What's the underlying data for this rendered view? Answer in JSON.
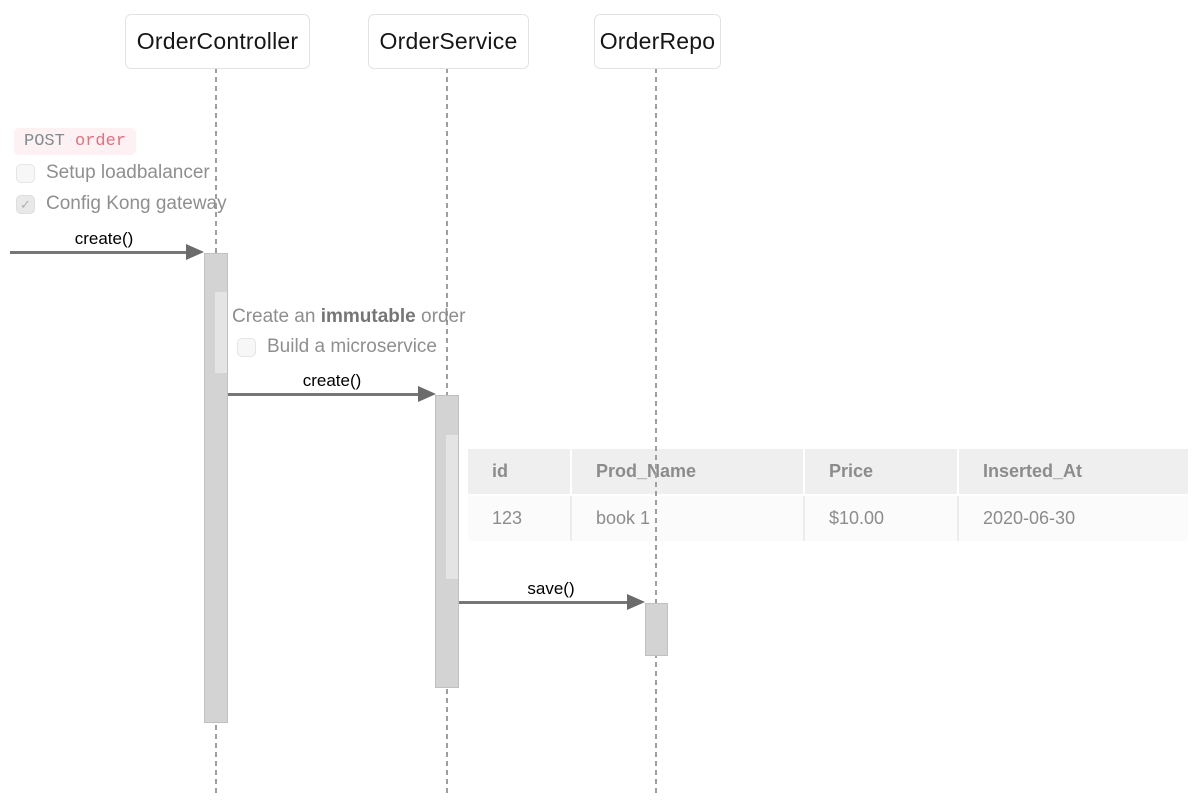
{
  "diagram": {
    "actors": [
      {
        "name": "OrderController"
      },
      {
        "name": "OrderService"
      },
      {
        "name": "OrderRepo"
      }
    ],
    "request_badge": {
      "method": "POST",
      "path": "order"
    },
    "checklist_top": [
      {
        "label": "Setup loadbalancer",
        "checked": false
      },
      {
        "label": "Config Kong gateway",
        "checked": true
      }
    ],
    "messages": [
      {
        "label": "create()",
        "from": "caller",
        "to": "OrderController"
      },
      {
        "label": "create()",
        "from": "OrderController",
        "to": "OrderService"
      },
      {
        "label": "save()",
        "from": "OrderService",
        "to": "OrderRepo"
      }
    ],
    "note": {
      "prefix": "Create an ",
      "bold": "immutable",
      "suffix": " order"
    },
    "note_checklist": [
      {
        "label": "Build a microservice",
        "checked": false
      }
    ],
    "table": {
      "headers": [
        "id",
        "Prod_Name",
        "Price",
        "Inserted_At"
      ],
      "rows": [
        [
          "123",
          "book 1",
          "$10.00",
          "2020-06-30"
        ]
      ]
    },
    "icons": {
      "checkmark": "✓"
    },
    "colors": {
      "badge_bg": "#fdf1f3",
      "badge_method": "#7e8b90",
      "badge_path": "#e3707e",
      "arrow": "#777777",
      "activation_fill": "#d3d3d3",
      "activation_inner": "#e4e4e4",
      "lifeline": "#9f9f9f",
      "note_text": "#8e8e8e",
      "table_header_bg": "#efefef",
      "table_text": "#8c8c8c"
    }
  }
}
